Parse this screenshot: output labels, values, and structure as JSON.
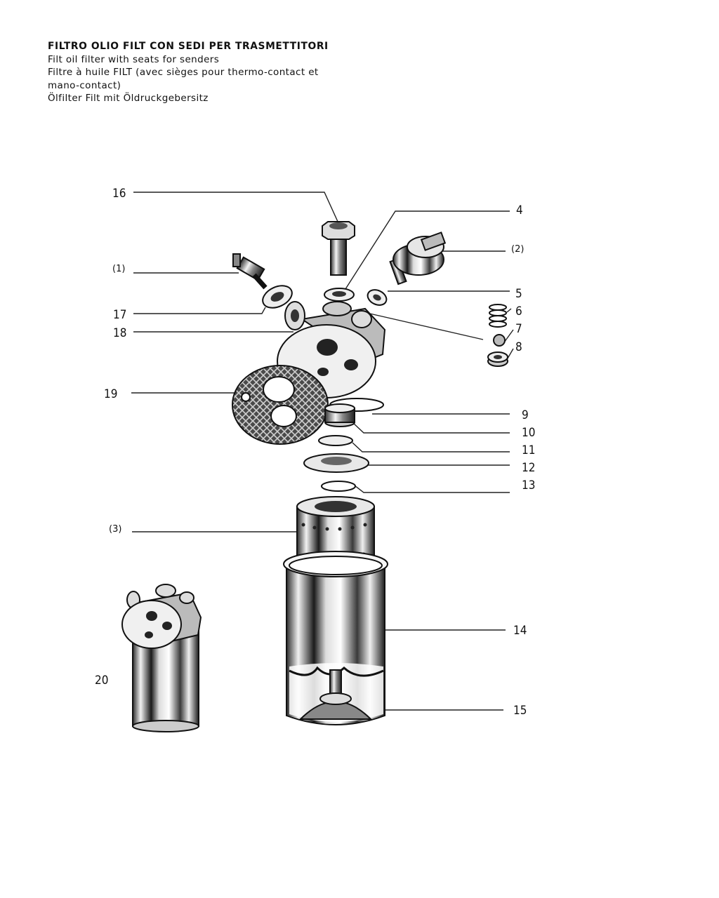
{
  "header": {
    "title": "FILTRO OLIO FILT CON SEDI PER TRASMETTITORI",
    "line_en": "Filt oil filter with seats for senders",
    "line_fr_1": "Filtre à huile FILT (avec sièges pour thermo-contact et",
    "line_fr_2": "mano-contact)",
    "line_de": "Ölfilter Filt mit Öldruckgebersitz"
  },
  "callouts": {
    "c16": "16",
    "c4": "4",
    "c2": "(2)",
    "c1": "(1)",
    "c5": "5",
    "c17": "17",
    "c6": "6",
    "c18": "18",
    "c7": "7",
    "c8": "8",
    "c19": "19",
    "c9": "9",
    "c10": "10",
    "c11": "11",
    "c12": "12",
    "c13": "13",
    "c3": "(3)",
    "c14": "14",
    "c20": "20",
    "c15": "15"
  },
  "parts": [
    {
      "ref": "16",
      "icon": "banjo-bolt-icon"
    },
    {
      "ref": "4",
      "icon": "washer-icon"
    },
    {
      "ref": "(2)",
      "icon": "oil-pressure-sender-icon"
    },
    {
      "ref": "(1)",
      "icon": "temperature-sender-icon"
    },
    {
      "ref": "5",
      "icon": "washer-icon"
    },
    {
      "ref": "17",
      "icon": "washer-icon"
    },
    {
      "ref": "6",
      "icon": "spring-icon"
    },
    {
      "ref": "18",
      "icon": "filter-head-icon"
    },
    {
      "ref": "7",
      "icon": "ball-icon"
    },
    {
      "ref": "8",
      "icon": "plug-icon"
    },
    {
      "ref": "19",
      "icon": "gasket-icon"
    },
    {
      "ref": "9",
      "icon": "o-ring-icon"
    },
    {
      "ref": "10",
      "icon": "nipple-icon"
    },
    {
      "ref": "11",
      "icon": "seal-ring-icon"
    },
    {
      "ref": "12",
      "icon": "flange-plate-icon"
    },
    {
      "ref": "13",
      "icon": "seal-ring-icon"
    },
    {
      "ref": "(3)",
      "icon": "filter-element-icon"
    },
    {
      "ref": "14",
      "icon": "canister-icon"
    },
    {
      "ref": "15",
      "icon": "spring-seat-icon"
    },
    {
      "ref": "20",
      "icon": "filter-assembly-icon"
    }
  ],
  "colors": {
    "ink": "#111111",
    "paper": "#ffffff"
  }
}
